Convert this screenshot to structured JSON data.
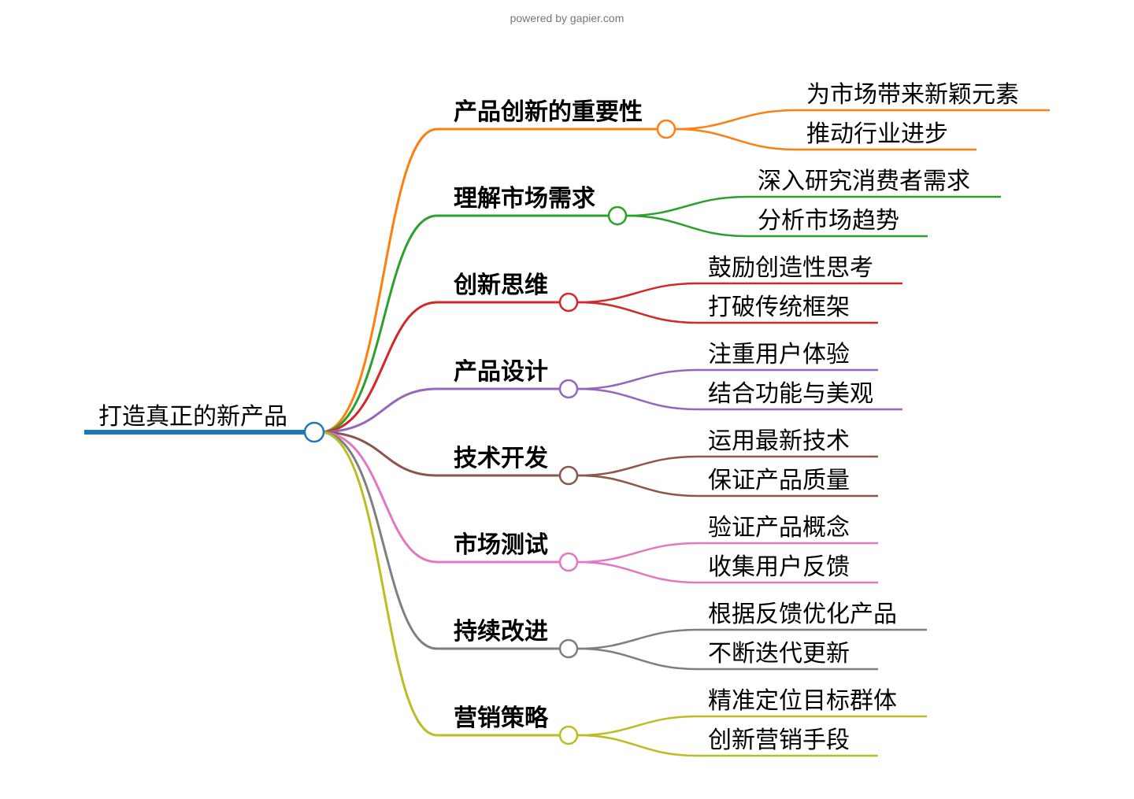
{
  "credit": "powered by gapier.com",
  "root": {
    "label": "打造真正的新产品",
    "color": "#1f77b4"
  },
  "branches": [
    {
      "label": "产品创新的重要性",
      "color": "#ff7f0e",
      "children": [
        "为市场带来新颖元素",
        "推动行业进步"
      ]
    },
    {
      "label": "理解市场需求",
      "color": "#2ca02c",
      "children": [
        "深入研究消费者需求",
        "分析市场趋势"
      ]
    },
    {
      "label": "创新思维",
      "color": "#d62728",
      "children": [
        "鼓励创造性思考",
        "打破传统框架"
      ]
    },
    {
      "label": "产品设计",
      "color": "#9467bd",
      "children": [
        "注重用户体验",
        "结合功能与美观"
      ]
    },
    {
      "label": "技术开发",
      "color": "#8c564b",
      "children": [
        "运用最新技术",
        "保证产品质量"
      ]
    },
    {
      "label": "市场测试",
      "color": "#e377c2",
      "children": [
        "验证产品概念",
        "收集用户反馈"
      ]
    },
    {
      "label": "持续改进",
      "color": "#7f7f7f",
      "children": [
        "根据反馈优化产品",
        "不断迭代更新"
      ]
    },
    {
      "label": "营销策略",
      "color": "#bcbd22",
      "children": [
        "精准定位目标群体",
        "创新营销手段"
      ]
    }
  ]
}
